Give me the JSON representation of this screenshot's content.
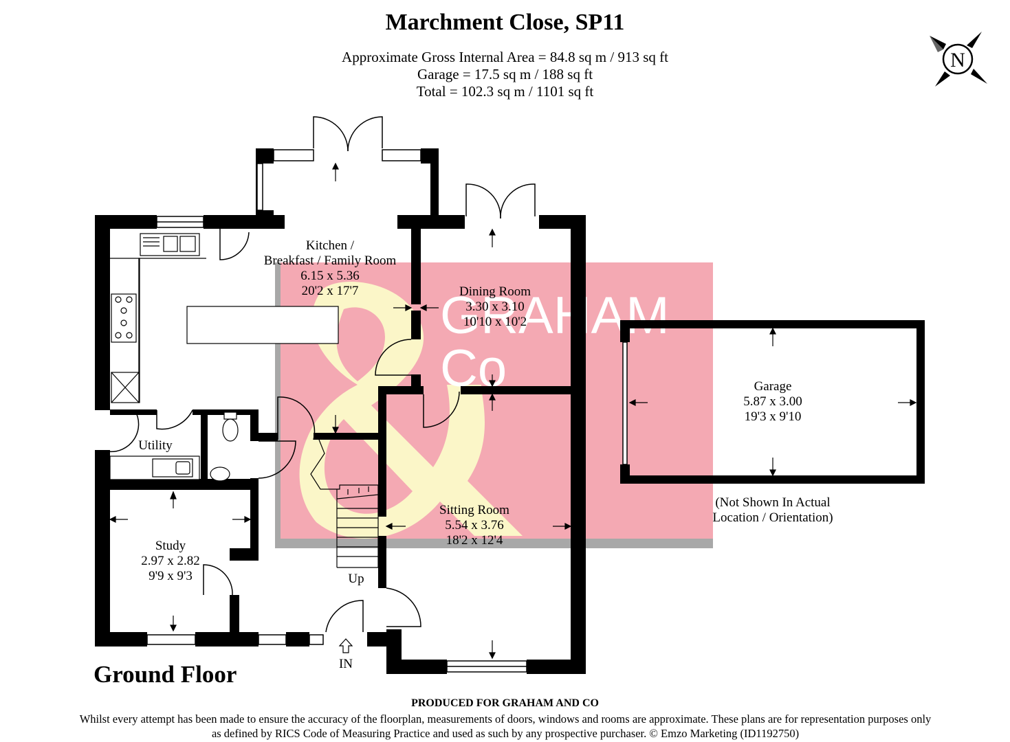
{
  "header": {
    "title": "Marchment Close, SP11",
    "area_lines": [
      "Approximate Gross Internal Area = 84.8 sq m / 913 sq ft",
      "Garage = 17.5 sq m / 188 sq ft",
      "Total = 102.3 sq m / 1101 sq ft"
    ]
  },
  "compass": {
    "label": "N"
  },
  "watermark": {
    "line1": "GRAHAM",
    "line2": "Co",
    "color": "#f4a9b3",
    "ampersand_color": "#fbf6c8"
  },
  "rooms": {
    "kitchen": [
      "Kitchen /",
      "Breakfast / Family Room",
      "6.15 x 5.36",
      "20'2 x 17'7"
    ],
    "dining": [
      "Dining Room",
      "3.30 x 3.10",
      "10'10 x 10'2"
    ],
    "garage": [
      "Garage",
      "5.87 x 3.00",
      "19'3 x 9'10"
    ],
    "garage_note": [
      "(Not Shown In Actual",
      "Location / Orientation)"
    ],
    "utility": [
      "Utility"
    ],
    "sitting": [
      "Sitting Room",
      "5.54 x 3.76",
      "18'2 x 12'4"
    ],
    "study": [
      "Study",
      "2.97 x 2.82",
      "9'9 x 9'3"
    ]
  },
  "labels": {
    "stairs": "Up",
    "entrance": "IN",
    "floor": "Ground Floor"
  },
  "footer": {
    "heading": "PRODUCED FOR GRAHAM AND CO",
    "disclaimer": "Whilst every attempt has been made to ensure the accuracy of the floorplan, measurements of doors, windows and rooms are approximate. These plans are for representation purposes only as defined by RICS Code of Measuring Practice and used as such by any prospective purchaser. © Emzo Marketing (ID1192750)"
  },
  "colors": {
    "wall": "#000000",
    "shadow": "#a8a8a8"
  }
}
